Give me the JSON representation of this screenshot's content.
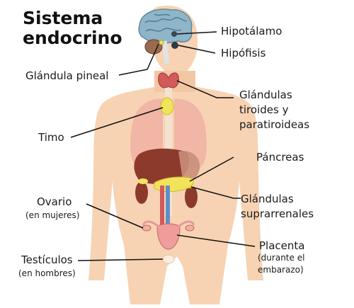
{
  "title_line1": "Sistema",
  "title_line2": "endocrino",
  "labels": {
    "hipotalamo": "Hipotálamo",
    "hipofisis": "Hipófisis",
    "pineal": "Glándula pineal",
    "tiroides_1": "Glándulas",
    "tiroides_2": "tiroides y",
    "tiroides_3": "paratiroideas",
    "timo": "Timo",
    "pancreas": "Páncreas",
    "suprarrenales_1": "Glándulas",
    "suprarrenales_2": "suprarrenales",
    "ovario": "Ovario",
    "ovario_sub": "(en mujeres)",
    "placenta": "Placenta",
    "placenta_sub1": "(durante el",
    "placenta_sub2": "embarazo)",
    "testiculos": "Testículos",
    "testiculos_sub": "(en hombres)"
  },
  "colors": {
    "skin": "#f7d3b3",
    "brain": "#8fb5c9",
    "gland_yellow": "#f2e35a",
    "thyroid_red": "#d25a5a",
    "liver": "#8b3a2c",
    "lung": "#f0b0a3",
    "leader_line": "#111111"
  }
}
